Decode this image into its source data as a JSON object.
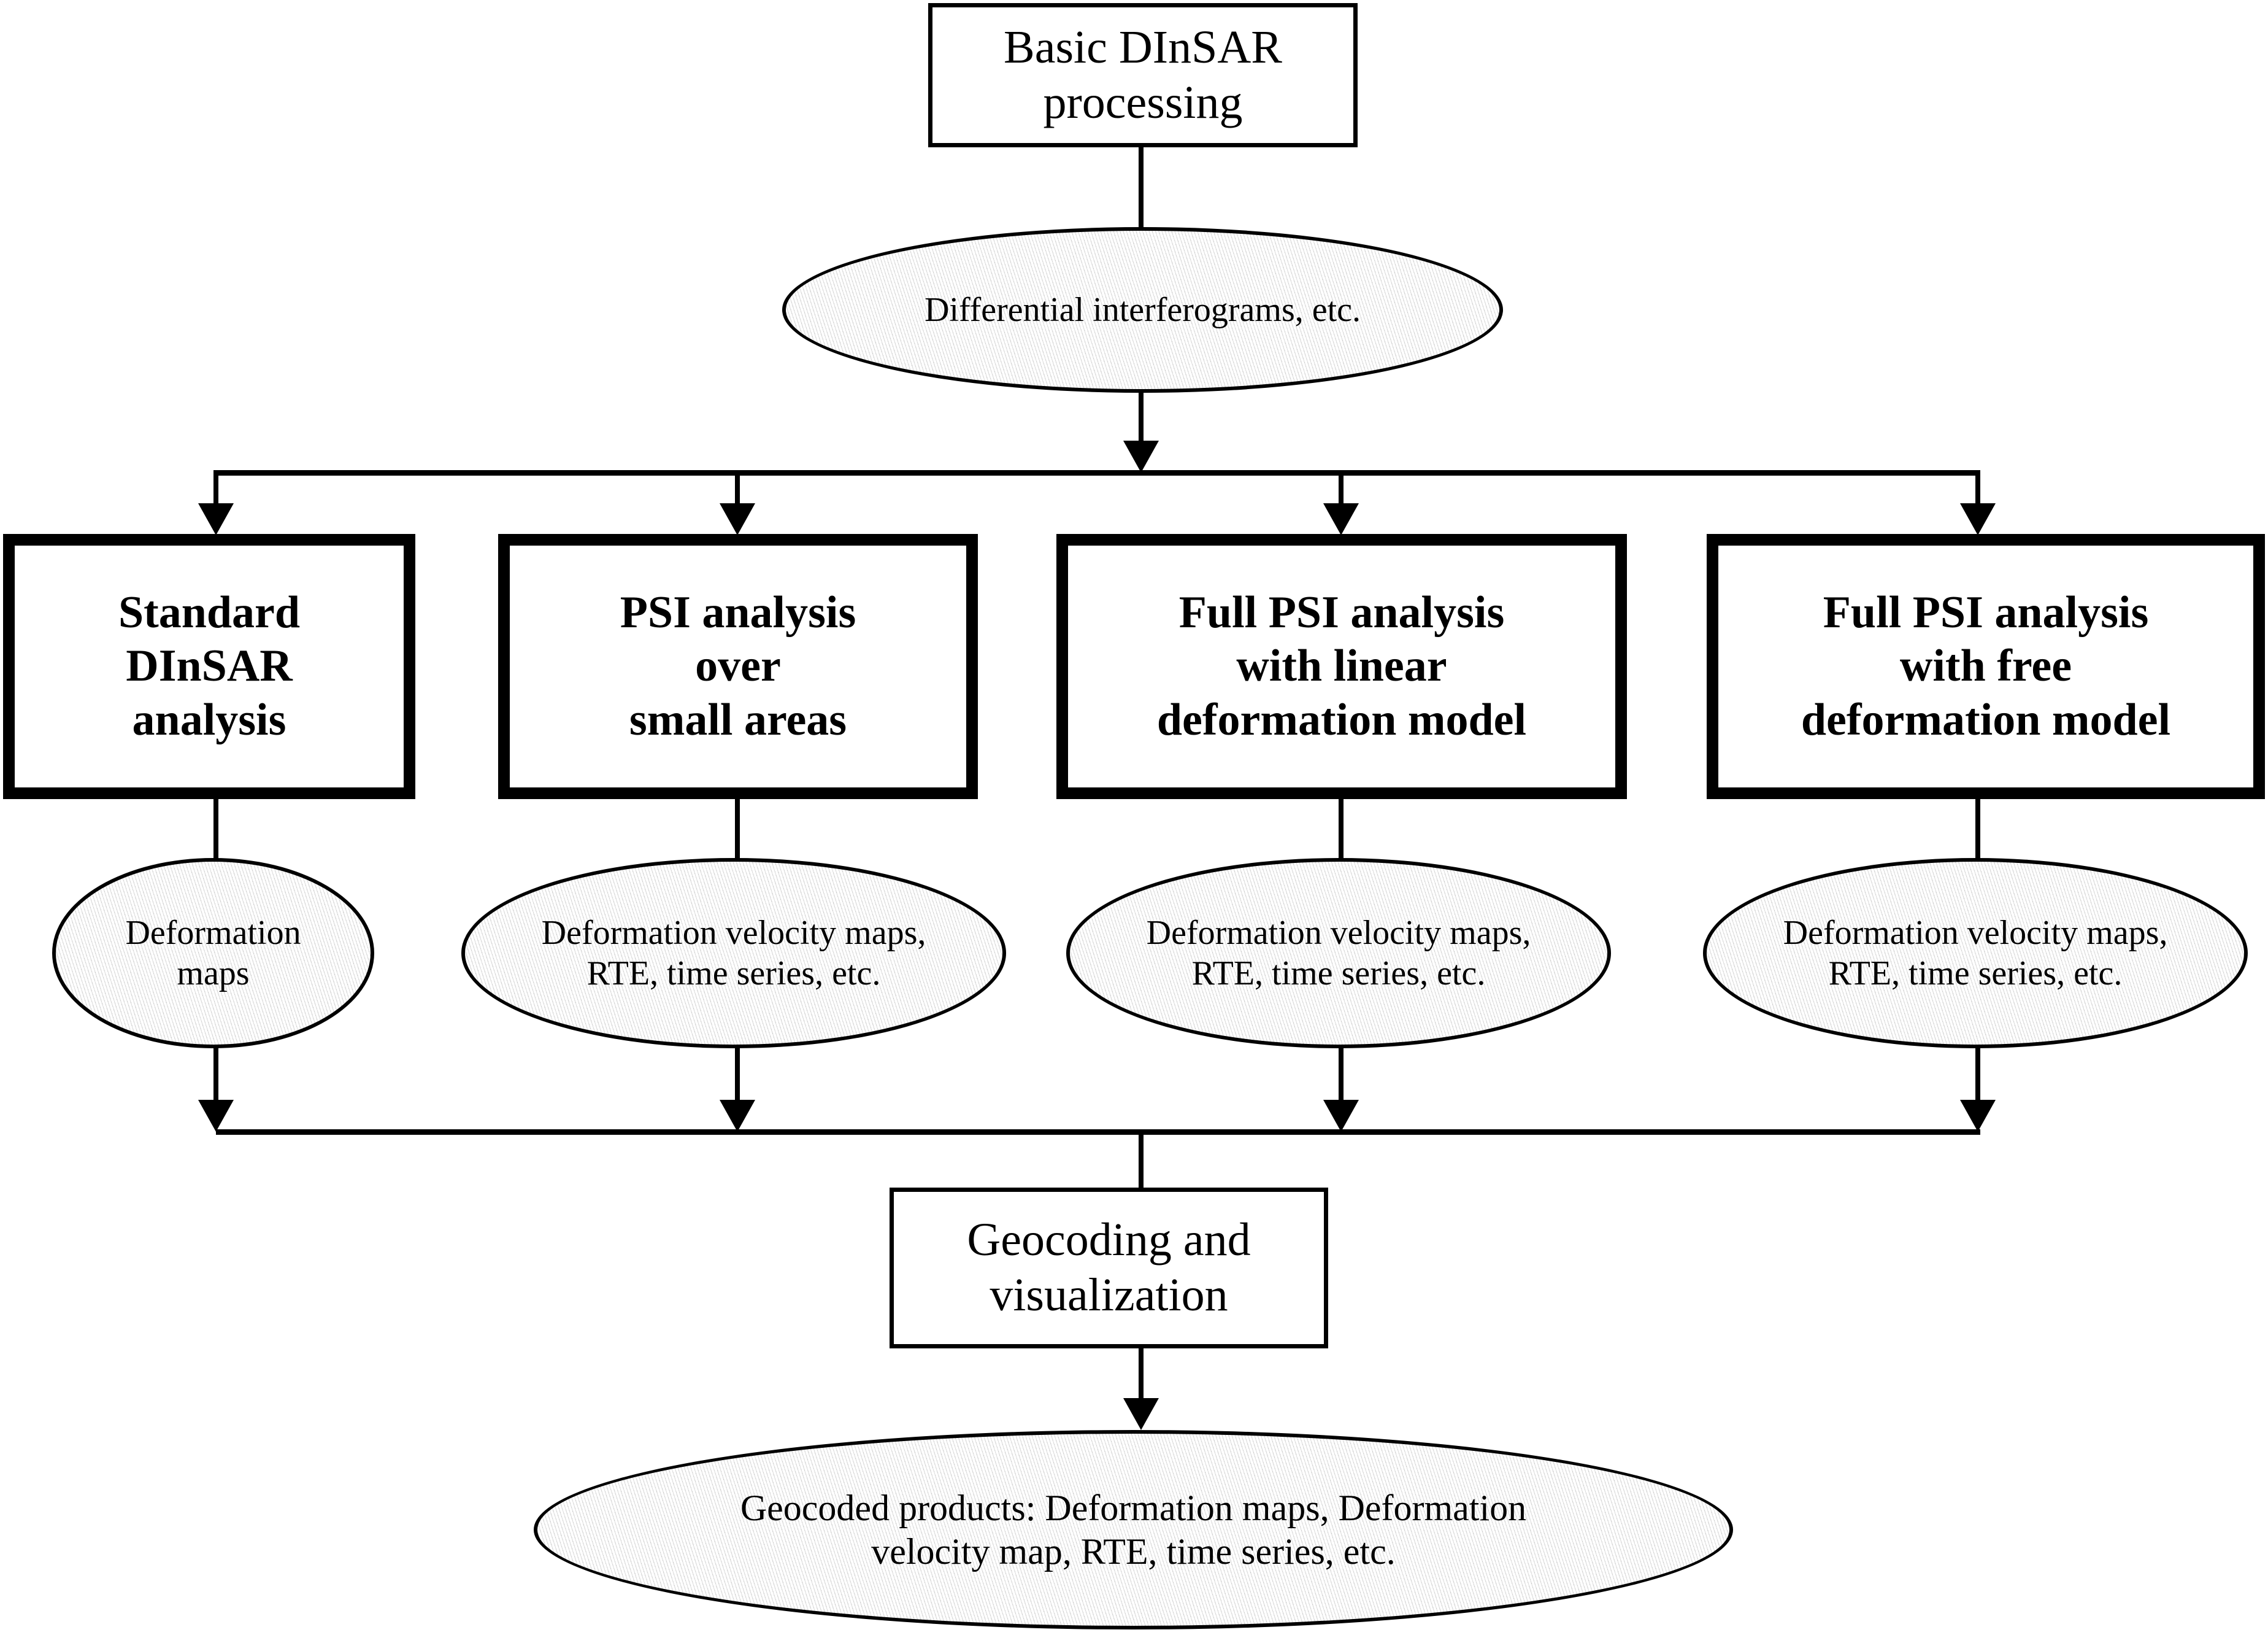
{
  "diagram": {
    "title": "DInSAR / PSI processing chain",
    "colors": {
      "stroke": "#000000",
      "box_fill": "#ffffff",
      "ellipse_fill": "#ececec",
      "background": "#ffffff"
    },
    "nodes": {
      "basic_processing": {
        "label": "Basic DInSAR\nprocessing",
        "shape": "rectangle"
      },
      "diff_interferograms": {
        "label": "Differential interferograms, etc.",
        "shape": "ellipse"
      },
      "standard_dinsar": {
        "label": "Standard\nDInSAR\nanalysis",
        "shape": "rectangle-bold"
      },
      "psi_small_areas": {
        "label": "PSI analysis\nover\nsmall areas",
        "shape": "rectangle-bold"
      },
      "full_psi_linear": {
        "label": "Full PSI analysis\nwith linear\ndeformation model",
        "shape": "rectangle-bold"
      },
      "full_psi_free": {
        "label": "Full PSI analysis\nwith free\ndeformation model",
        "shape": "rectangle-bold"
      },
      "deformation_maps": {
        "label": "Deformation\nmaps",
        "shape": "ellipse"
      },
      "products_psi_small": {
        "label": "Deformation velocity maps,\nRTE, time series, etc.",
        "shape": "ellipse"
      },
      "products_psi_linear": {
        "label": "Deformation velocity maps,\nRTE, time series, etc.",
        "shape": "ellipse"
      },
      "products_psi_free": {
        "label": "Deformation velocity maps,\nRTE, time series, etc.",
        "shape": "ellipse"
      },
      "geocoding": {
        "label": "Geocoding and\nvisualization",
        "shape": "rectangle"
      },
      "geocoded_products": {
        "label": "Geocoded products: Deformation maps, Deformation\nvelocity map, RTE, time series, etc.",
        "shape": "ellipse"
      }
    },
    "flow": [
      "Basic DInSAR processing -> Differential interferograms, etc.",
      "Differential interferograms, etc. -> Standard DInSAR analysis",
      "Differential interferograms, etc. -> PSI analysis over small areas",
      "Differential interferograms, etc. -> Full PSI analysis with linear deformation model",
      "Differential interferograms, etc. -> Full PSI analysis with free deformation model",
      "Standard DInSAR analysis -> Deformation maps",
      "PSI analysis over small areas -> Deformation velocity maps, RTE, time series, etc.",
      "Full PSI analysis with linear deformation model -> Deformation velocity maps, RTE, time series, etc.",
      "Full PSI analysis with free deformation model -> Deformation velocity maps, RTE, time series, etc.",
      "all product ellipses -> Geocoding and visualization",
      "Geocoding and visualization -> Geocoded products: Deformation maps, Deformation velocity map, RTE, time series, etc."
    ]
  }
}
